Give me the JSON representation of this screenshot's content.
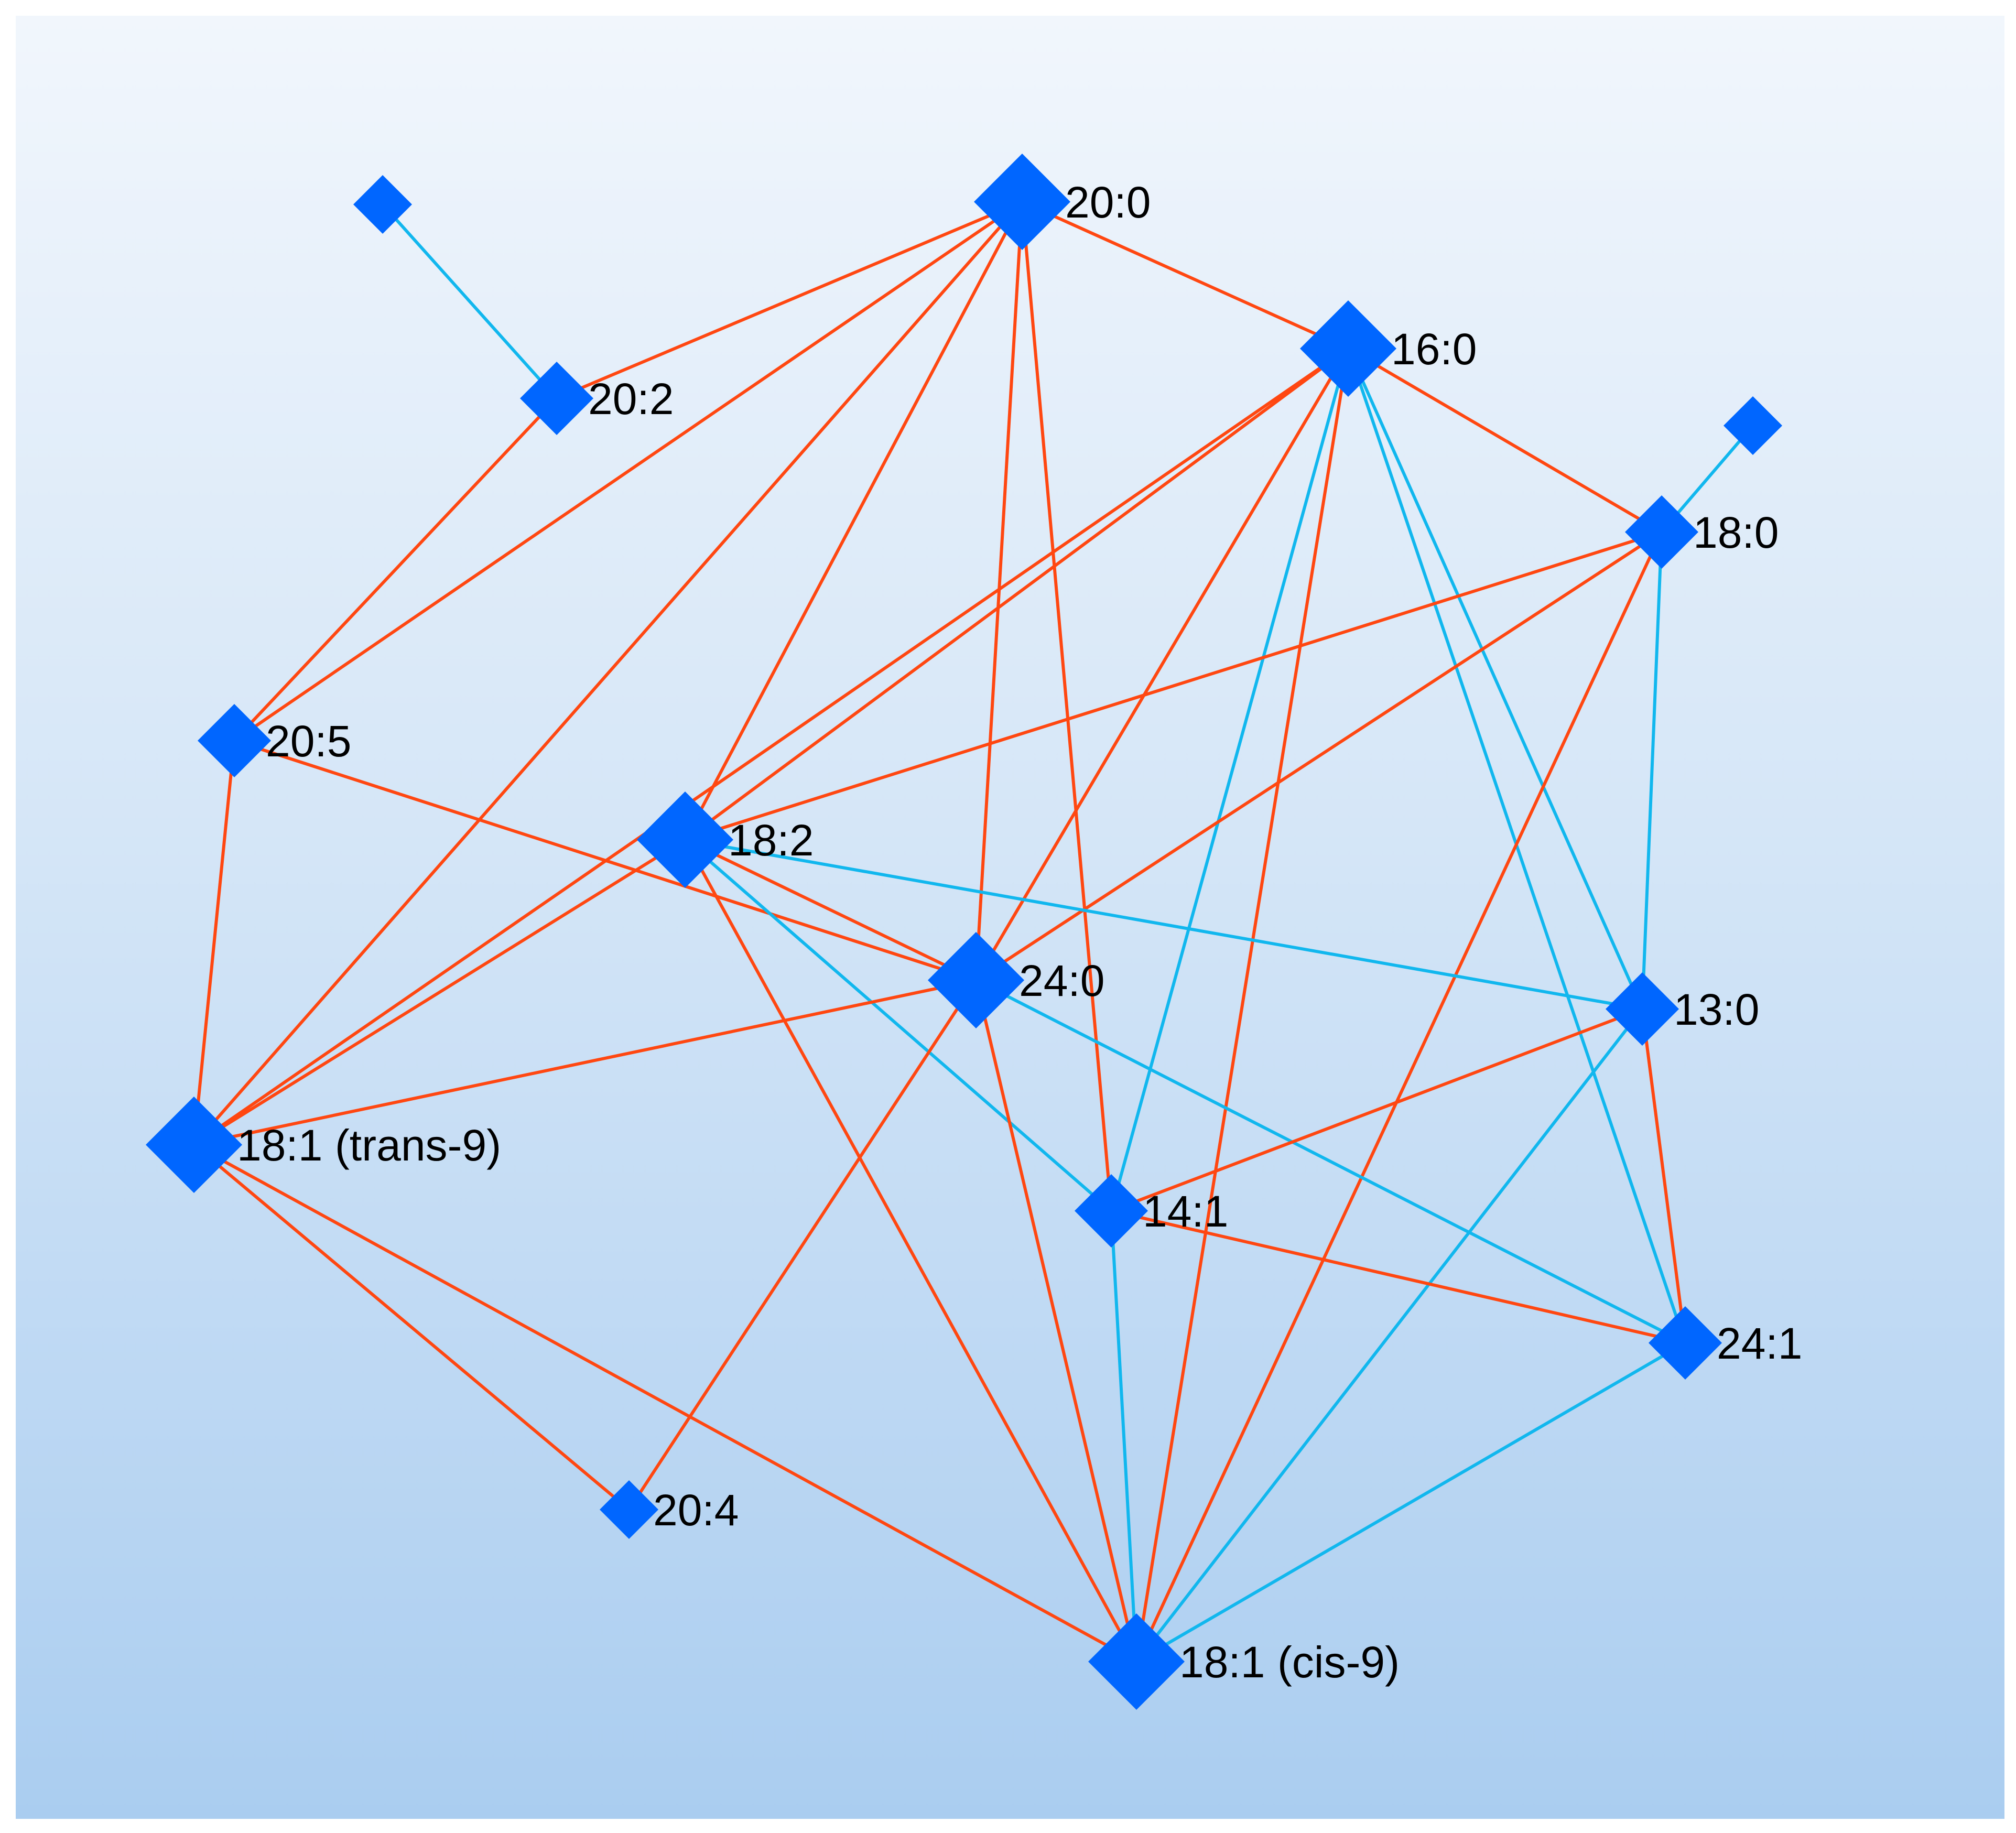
{
  "diagram": {
    "colors": {
      "background_top": "#f1f6fc",
      "background_bottom": "#aacdf0",
      "node": "#0066ff",
      "edge_orange": "#ff4711",
      "edge_cyan": "#11b7ee"
    },
    "nodes": [
      {
        "id": "n200",
        "label": "20:0",
        "size": "large"
      },
      {
        "id": "n160",
        "label": "16:0",
        "size": "large"
      },
      {
        "id": "n202",
        "label": "20:2",
        "size": "medium"
      },
      {
        "id": "n180",
        "label": "18:0",
        "size": "medium"
      },
      {
        "id": "n205",
        "label": "20:5",
        "size": "medium"
      },
      {
        "id": "n182",
        "label": "18:2",
        "size": "large"
      },
      {
        "id": "n240",
        "label": "24:0",
        "size": "large"
      },
      {
        "id": "n130",
        "label": "13:0",
        "size": "medium"
      },
      {
        "id": "n181t",
        "label": "18:1 (trans-9)",
        "size": "large"
      },
      {
        "id": "n141",
        "label": "14:1",
        "size": "medium"
      },
      {
        "id": "n241",
        "label": "24:1",
        "size": "medium"
      },
      {
        "id": "n204",
        "label": "20:4",
        "size": "small"
      },
      {
        "id": "n181c",
        "label": "18:1 (cis-9)",
        "size": "large"
      },
      {
        "id": "u1",
        "label": "",
        "size": "small"
      },
      {
        "id": "u2",
        "label": "",
        "size": "small"
      }
    ],
    "edges": [
      {
        "from": "u1",
        "to": "n202",
        "color": "cyan"
      },
      {
        "from": "u2",
        "to": "n180",
        "color": "cyan"
      },
      {
        "from": "n200",
        "to": "n160",
        "color": "orange"
      },
      {
        "from": "n200",
        "to": "n202",
        "color": "orange"
      },
      {
        "from": "n200",
        "to": "n205",
        "color": "orange"
      },
      {
        "from": "n200",
        "to": "n181t",
        "color": "orange"
      },
      {
        "from": "n200",
        "to": "n182",
        "color": "orange"
      },
      {
        "from": "n200",
        "to": "n240",
        "color": "orange"
      },
      {
        "from": "n200",
        "to": "n141",
        "color": "orange"
      },
      {
        "from": "n202",
        "to": "n205",
        "color": "orange"
      },
      {
        "from": "n205",
        "to": "n181t",
        "color": "orange"
      },
      {
        "from": "n205",
        "to": "n240",
        "color": "orange"
      },
      {
        "from": "n160",
        "to": "n180",
        "color": "orange"
      },
      {
        "from": "n160",
        "to": "n182",
        "color": "orange"
      },
      {
        "from": "n160",
        "to": "n181t",
        "color": "orange"
      },
      {
        "from": "n160",
        "to": "n240",
        "color": "orange"
      },
      {
        "from": "n160",
        "to": "n181c",
        "color": "orange"
      },
      {
        "from": "n160",
        "to": "n141",
        "color": "cyan"
      },
      {
        "from": "n160",
        "to": "n130",
        "color": "cyan"
      },
      {
        "from": "n160",
        "to": "n241",
        "color": "cyan"
      },
      {
        "from": "n180",
        "to": "n182",
        "color": "orange"
      },
      {
        "from": "n180",
        "to": "n240",
        "color": "orange"
      },
      {
        "from": "n180",
        "to": "n181c",
        "color": "orange"
      },
      {
        "from": "n180",
        "to": "n130",
        "color": "cyan"
      },
      {
        "from": "n182",
        "to": "n181t",
        "color": "orange"
      },
      {
        "from": "n182",
        "to": "n240",
        "color": "orange"
      },
      {
        "from": "n182",
        "to": "n181c",
        "color": "orange"
      },
      {
        "from": "n182",
        "to": "n130",
        "color": "cyan"
      },
      {
        "from": "n182",
        "to": "n141",
        "color": "cyan"
      },
      {
        "from": "n240",
        "to": "n181t",
        "color": "orange"
      },
      {
        "from": "n240",
        "to": "n204",
        "color": "orange"
      },
      {
        "from": "n240",
        "to": "n181c",
        "color": "orange"
      },
      {
        "from": "n240",
        "to": "n241",
        "color": "cyan"
      },
      {
        "from": "n181t",
        "to": "n204",
        "color": "orange"
      },
      {
        "from": "n181t",
        "to": "n181c",
        "color": "orange"
      },
      {
        "from": "n130",
        "to": "n141",
        "color": "orange"
      },
      {
        "from": "n130",
        "to": "n241",
        "color": "orange"
      },
      {
        "from": "n130",
        "to": "n181c",
        "color": "cyan"
      },
      {
        "from": "n141",
        "to": "n241",
        "color": "orange"
      },
      {
        "from": "n141",
        "to": "n181c",
        "color": "cyan"
      },
      {
        "from": "n241",
        "to": "n181c",
        "color": "cyan"
      }
    ]
  }
}
